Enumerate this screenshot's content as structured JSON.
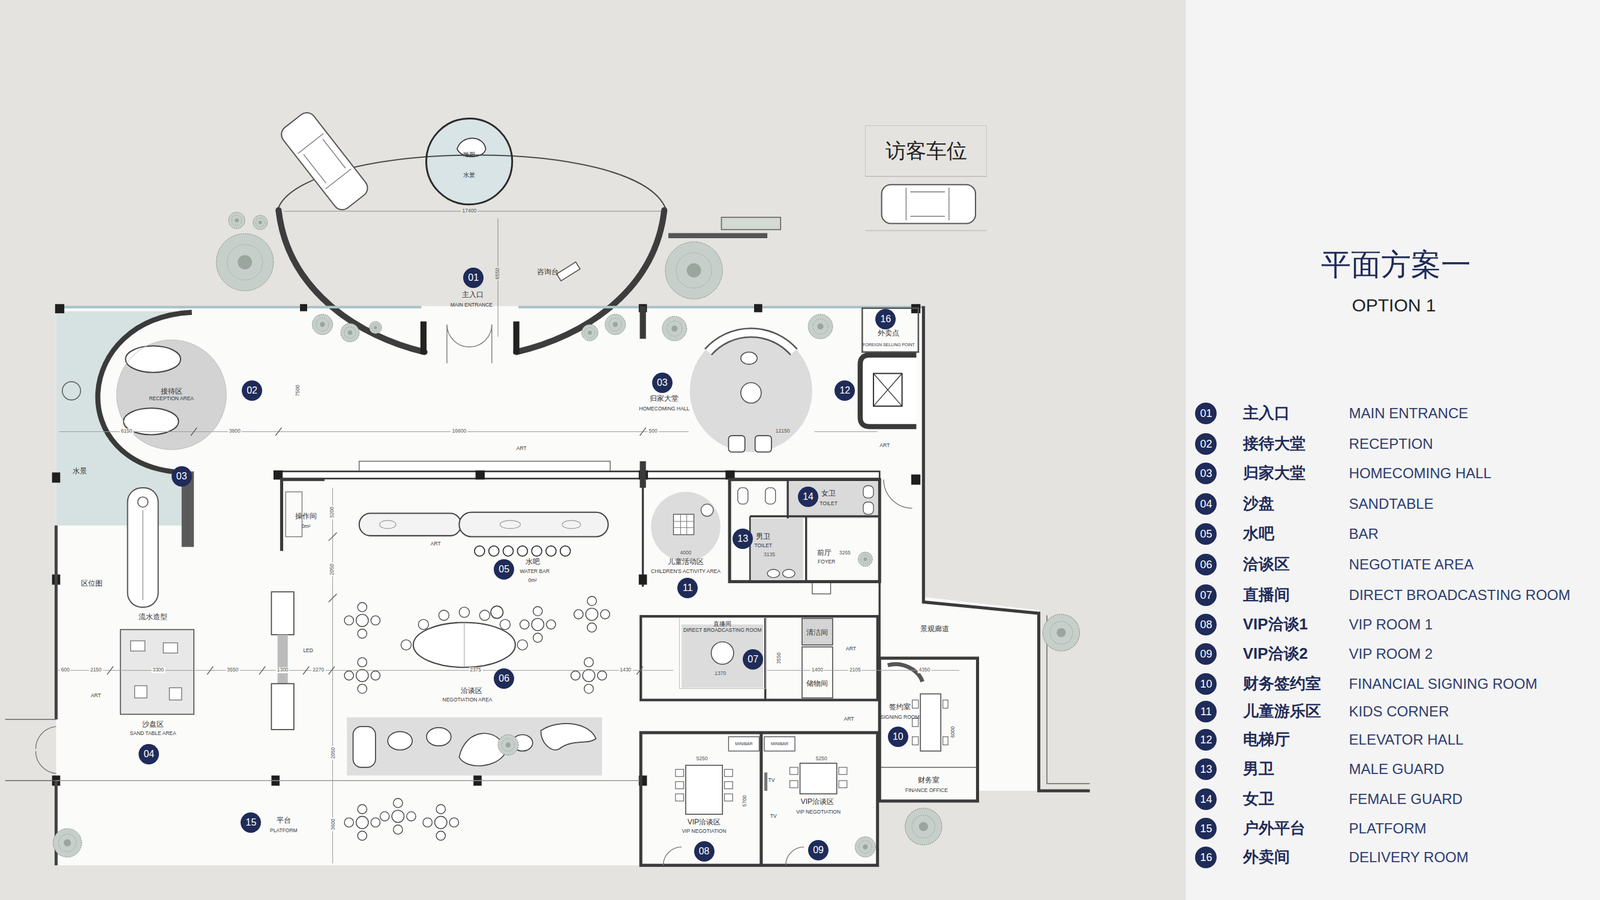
{
  "diagram": {
    "title": "平面方案一",
    "nodes": [
      {
        "text": [
          "访客车位"
        ]
      },
      {
        "text": [
          "雕塑",
          "水景"
        ]
      },
      {
        "text": [
          "接待区",
          "RECEPTION AREA"
        ]
      },
      {
        "text": [
          "直播间",
          "DIRECT BROADCASTING ROOM"
        ]
      }
    ],
    "labels": [
      "17400",
      "6550",
      "咨询台",
      "01",
      "主入口",
      "MAIN ENTRANCE",
      "16",
      "外卖点",
      "FOREIGN SELLING POINT",
      "03",
      "归家大堂",
      "HOMECOMING HALL",
      "02",
      "7500",
      "12",
      "6150",
      "3800",
      "16600",
      "500",
      "12150",
      "ART",
      "ART",
      "水景",
      "03",
      "女卫",
      "14",
      "TOILET",
      "3200",
      "操作间",
      "0m²",
      "男卫",
      "13",
      "ART",
      "TOILET",
      "4000",
      "前厅",
      "3265",
      "3135",
      "FOYER",
      "水吧",
      "儿童活动区",
      "05",
      "2050",
      "WATER BAR",
      "CHILDREN'S ACTIVITY AREA",
      "0m²",
      "区位图",
      "11",
      "流水造型",
      "景观廊道",
      "清洁间",
      "ART",
      "LED",
      "3550",
      "07",
      "600",
      "2150",
      "3300",
      "3550",
      "1300",
      "2270",
      "2375",
      "1430",
      "1400",
      "2105",
      "4350",
      "1370",
      "06",
      "储物间",
      "洽谈区",
      "ART",
      "NEGOTIATION AREA",
      "签约室",
      "SIGNING ROOM",
      "ART",
      "沙盘区",
      "6000",
      "SAND TABLE AREA",
      "10",
      "MINIBAR",
      "MINIBAR",
      "2050",
      "04",
      "5250",
      "5250",
      "TV",
      "财务室",
      "FINANCE OFFICE",
      "5700",
      "VIP洽谈区",
      "VIP NEGOTIATION",
      "TV",
      "平台",
      "15",
      "VIP洽谈区",
      "3600",
      "PLATFORM",
      "VIP NEGOTIATION",
      "09",
      "08",
      "OPTION 1",
      "01",
      "主入口",
      "MAIN ENTRANCE",
      "02",
      "接待大堂",
      "RECEPTION",
      "03",
      "归家大堂",
      "HOMECOMING HALL",
      "04",
      "沙盘",
      "SANDTABLE",
      "05",
      "水吧",
      "BAR",
      "06",
      "洽谈区",
      "NEGOTIATE AREA",
      "07",
      "直播间",
      "DIRECT BROADCASTING ROOM",
      "08",
      "VIP洽谈1",
      "VIP ROOM 1",
      "09",
      "VIP洽谈2",
      "VIP ROOM 2",
      "10",
      "财务签约室",
      "FINANCIAL SIGNING ROOM",
      "11",
      "儿童游乐区",
      "KIDS CORNER",
      "12",
      "电梯厅",
      "ELEVATOR HALL",
      "13",
      "男卫",
      "MALE GUARD",
      "14",
      "女卫",
      "FEMALE GUARD",
      "15",
      "户外平台",
      "PLATFORM",
      "16",
      "外卖间",
      "DELIVERY ROOM"
    ]
  }
}
